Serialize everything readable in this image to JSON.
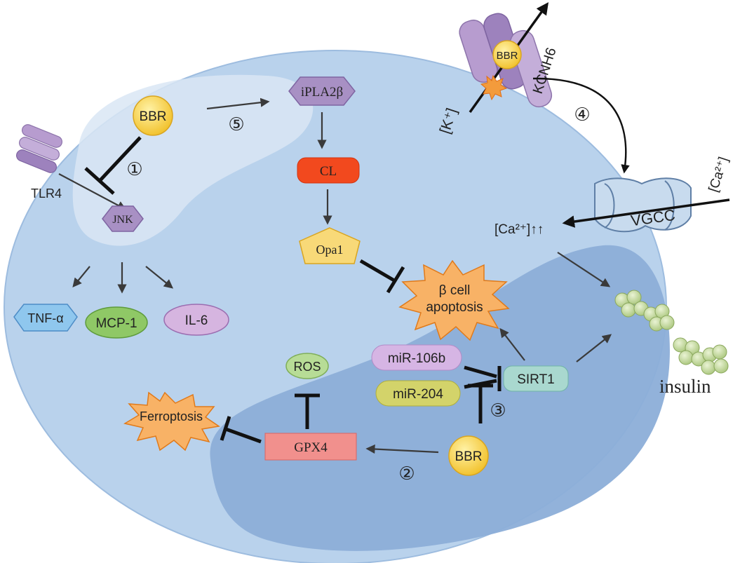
{
  "labels": {
    "bbr_top": "BBR",
    "bbr_channel": "BBR",
    "bbr_bottom": "BBR",
    "iplA2b": "iPLA2β",
    "cl": "CL",
    "opa1": "Opa1",
    "jnk": "JNK",
    "tlr4": "TLR4",
    "tnfa": "TNF-α",
    "mcp1": "MCP-1",
    "il6": "IL-6",
    "beta_cell_line1": "β cell",
    "beta_cell_line2": "apoptosis",
    "kcnh6": "KCNH6",
    "k_ion": "[K⁺]",
    "ca_outside": "[Ca²⁺]",
    "ca_inside": "[Ca²⁺]↑↑",
    "vgcc": "VGCC",
    "insulin": "insulin",
    "mir106b": "miR-106b",
    "mir204": "miR-204",
    "sirt1": "SIRT1",
    "ros": "ROS",
    "gpx4": "GPX4",
    "ferroptosis": "Ferroptosis",
    "step1": "①",
    "step2": "②",
    "step3": "③",
    "step4": "④",
    "step5": "⑤"
  },
  "colors": {
    "cell": "#b9d2ec",
    "cell_stroke": "#9dbcdf",
    "nucleus": "#8caed8",
    "light_zone": "#d9e6f4",
    "bbr": "#f7d55a",
    "hexagon": "#a890c4",
    "cl": "#f2491e",
    "opa1": "#f8d978",
    "apoptosis": "#f8b266",
    "tnfa": "#8fc7ee",
    "mcp1": "#8fc866",
    "il6": "#d6b5e0",
    "mir106b": "#d6b5e4",
    "mir204": "#d3d36a",
    "sirt1": "#a9d8cf",
    "ros": "#b7dc96",
    "gpx4": "#f1908d",
    "insulin": "#c6dc9e",
    "channel": "#b79ccf",
    "vgcc": "#c8dbee"
  }
}
